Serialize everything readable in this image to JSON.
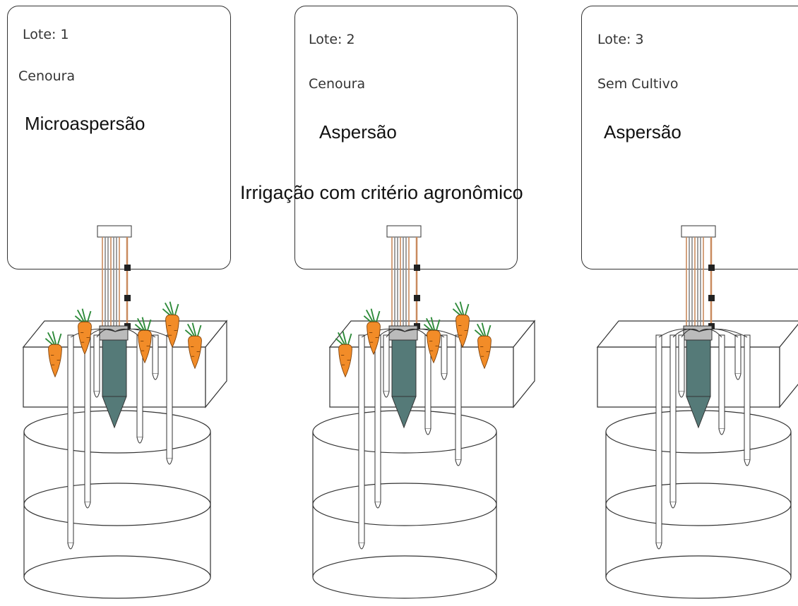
{
  "title": "Irrigação com critério agronômico",
  "lots": [
    {
      "lote": "Lote: 1",
      "cultivo": "Cenoura",
      "irrigacao": "Microaspersão",
      "has_carrots": true
    },
    {
      "lote": "Lote: 2",
      "cultivo": "Cenoura",
      "irrigacao": "Aspersão",
      "has_carrots": true
    },
    {
      "lote": "Lote: 3",
      "cultivo": "Sem Cultivo",
      "irrigacao": "Aspersão",
      "has_carrots": false
    }
  ],
  "colors": {
    "probe": "#557a78",
    "carrot": "#f28c28",
    "leaf": "#2e8b3a",
    "cable": "#c98a5e",
    "line": "#333333"
  }
}
